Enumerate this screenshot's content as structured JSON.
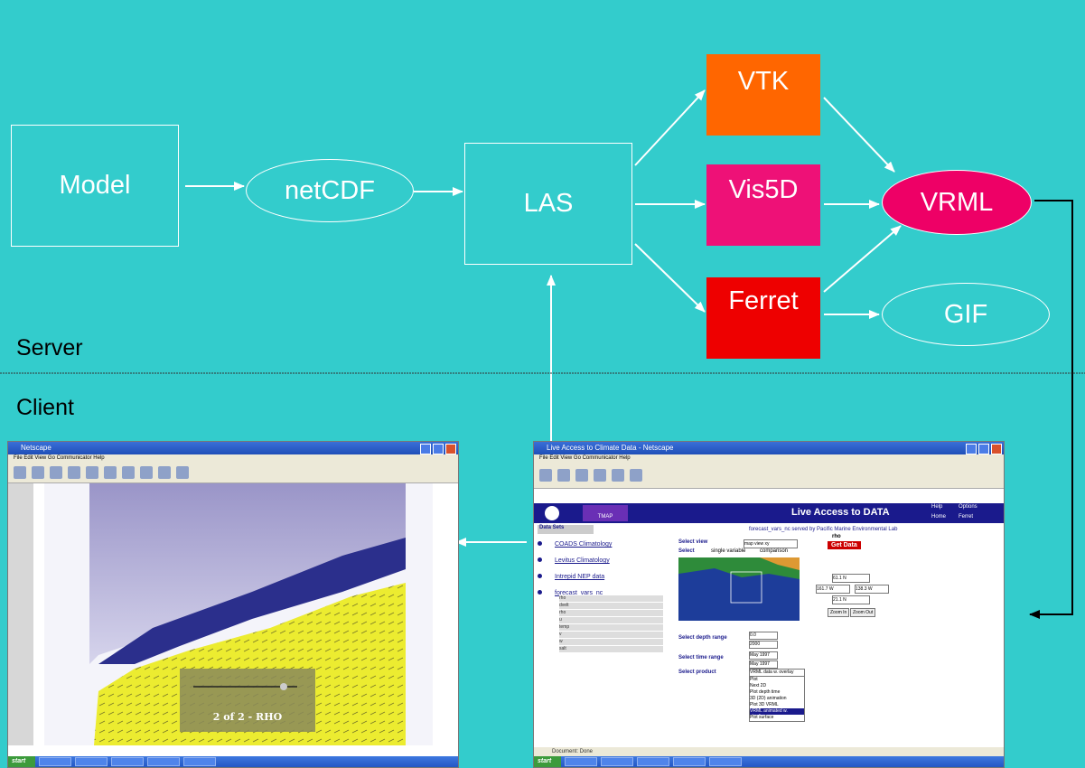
{
  "zones": {
    "server": "Server",
    "client": "Client"
  },
  "nodes": {
    "model": "Model",
    "netcdf": "netCDF",
    "las": "LAS",
    "vtk": "VTK",
    "vis5d": "Vis5D",
    "ferret": "Ferret",
    "vrml": "VRML",
    "gif": "GIF"
  },
  "colors": {
    "background": "#33cccc",
    "vtk": "#ff6600",
    "vis5d": "#ee1177",
    "ferret": "#ee0000",
    "vrml": "#ee0066"
  },
  "left_screenshot": {
    "window_title": "Netscape",
    "menu": "File  Edit  View  Go  Communicator  Help",
    "overlay_label": "2 of 2 - RHO",
    "taskbar_start": "start"
  },
  "right_screenshot": {
    "window_title": "Live Access to Climate Data - Netscape",
    "menu": "File  Edit  View  Go  Communicator  Help",
    "banner_title": "Live Access to DATA",
    "banner_links": [
      "Help",
      "Options",
      "Home",
      "Ferret"
    ],
    "logo_text": "TMAP",
    "data_sets_header": "Data Sets",
    "datasets": [
      "COADS Climatology",
      "Levitus Climatology",
      "Intrepid NEP data",
      "forecast_vars_nc"
    ],
    "variables": [
      "rho",
      "dvelt",
      "rho",
      "u",
      "temp",
      "v",
      "w",
      "salt"
    ],
    "info_text": "forecast_vars_nc served by Pacific Marine Environmental Lab",
    "info_sub": "rho",
    "get_data_button": "Get Data",
    "select_view_label": "Select view",
    "select_view_value": "map view xy",
    "select_label": "Select",
    "single_variable": "single variable",
    "comparison": "comparison",
    "depth_label": "Select depth range",
    "depth_values": [
      "0.0",
      "2000"
    ],
    "time_label": "Select time range",
    "time_values": [
      "May 1997",
      "May 1997"
    ],
    "product_label": "Select product",
    "product_value": "VRML data w. overlay",
    "product_options": [
      "Plot",
      "Next 2D",
      "Plot depth time",
      "3D (2D) animation",
      "Plot 3D VRML",
      "VRML animated w. shading",
      "Plot surface"
    ],
    "coords": {
      "north": "61.1 N",
      "west": "161.7 W",
      "east": "138.3 W",
      "south": "21.1 N"
    },
    "zoom_in": "Zoom In",
    "zoom_out": "Zoom Out",
    "status": "Document: Done",
    "taskbar_start": "start"
  }
}
